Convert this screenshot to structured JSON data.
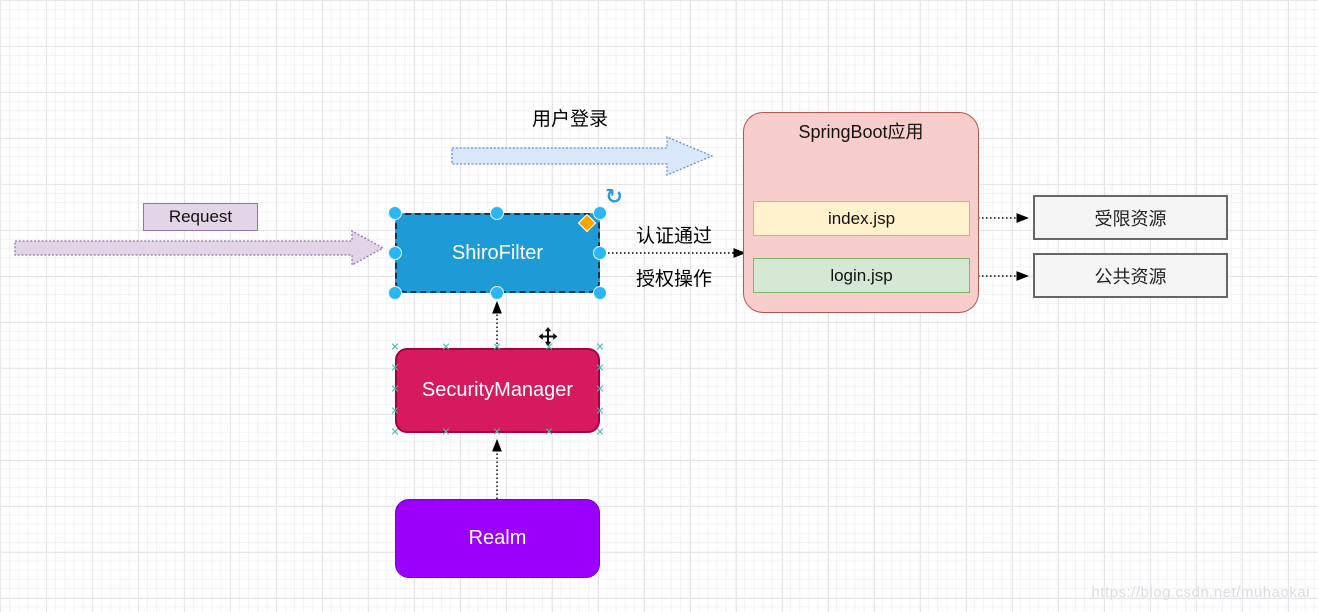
{
  "nodes": {
    "request": {
      "label": "Request",
      "fill": "#E1D5E7",
      "border": "#9673A6"
    },
    "shiro_filter": {
      "label": "ShiroFilter",
      "fill": "#1E9BD7"
    },
    "security_manager": {
      "label": "SecurityManager",
      "fill": "#D7195D",
      "border": "#A50045"
    },
    "realm": {
      "label": "Realm",
      "fill": "#9B00FD",
      "border": "#7B00CC"
    },
    "springboot_app": {
      "title": "SpringBoot应用",
      "fill": "#F8CECC",
      "border": "#B85450"
    },
    "index_jsp": {
      "label": "index.jsp",
      "fill": "#FFF2CC",
      "border": "#D6B656"
    },
    "login_jsp": {
      "label": "login.jsp",
      "fill": "#D5E8D4",
      "border": "#82B366"
    },
    "restricted_resource": {
      "label": "受限资源",
      "fill": "#F5F5F5",
      "border": "#666666"
    },
    "public_resource": {
      "label": "公共资源",
      "fill": "#F5F5F5",
      "border": "#666666"
    }
  },
  "edges": {
    "user_login_label": "用户登录",
    "auth_pass_label": "认证通过",
    "authorize_label": "授权操作",
    "request_arrow_fill": "#E1D5E7",
    "request_arrow_border": "#9673A6",
    "login_arrow_fill": "#DAE8FC",
    "login_arrow_border": "#6C8EBF"
  },
  "selection": {
    "rotate_icon": "↻",
    "handle_color": "#29B6F2",
    "connection_point_color": "#3FBFB4",
    "connection_point_glyph": "✕",
    "diamond_color": "#FFA500"
  },
  "watermark": "https://blog.csdn.net/muhaokai"
}
